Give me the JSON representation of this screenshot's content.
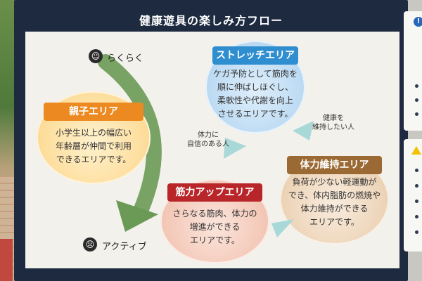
{
  "sign": {
    "title": "健康遊具の楽しみ方フロー",
    "legend": {
      "easy_label": "らくらく",
      "active_label": "アクティブ"
    },
    "areas": {
      "stretch": {
        "title": "ストレッチエリア",
        "text": "ケガ予防として筋肉を\n順に伸ばしほぐし、\n柔軟性や代謝を向上\nさせるエリアです。",
        "color": "#2e8ed0"
      },
      "oyako": {
        "title": "親子エリア",
        "text": "小学生以上の幅広い\n年齢層が仲間で利用\nできるエリアです。",
        "color": "#ec8a21"
      },
      "tairyoku": {
        "title": "体力維持エリア",
        "text": "負荷が少ない軽運動が\nでき、体内脂肪の燃焼や\n体力維持ができる\nエリアです。",
        "color": "#9b6a34"
      },
      "kinryoku": {
        "title": "筋力アップエリア",
        "text": "さらなる筋肉、体力の\n増進ができる\nエリアです。",
        "color": "#b8262a"
      }
    },
    "notes": {
      "confident": "体力に\n自信のある人",
      "maintain": "健康を\n維持したい人"
    },
    "colors": {
      "frame": "#1d2a40",
      "board": "#f3f1ec",
      "arrow": "#6a9a55",
      "flow_triangle": "#a9d8d8"
    }
  }
}
